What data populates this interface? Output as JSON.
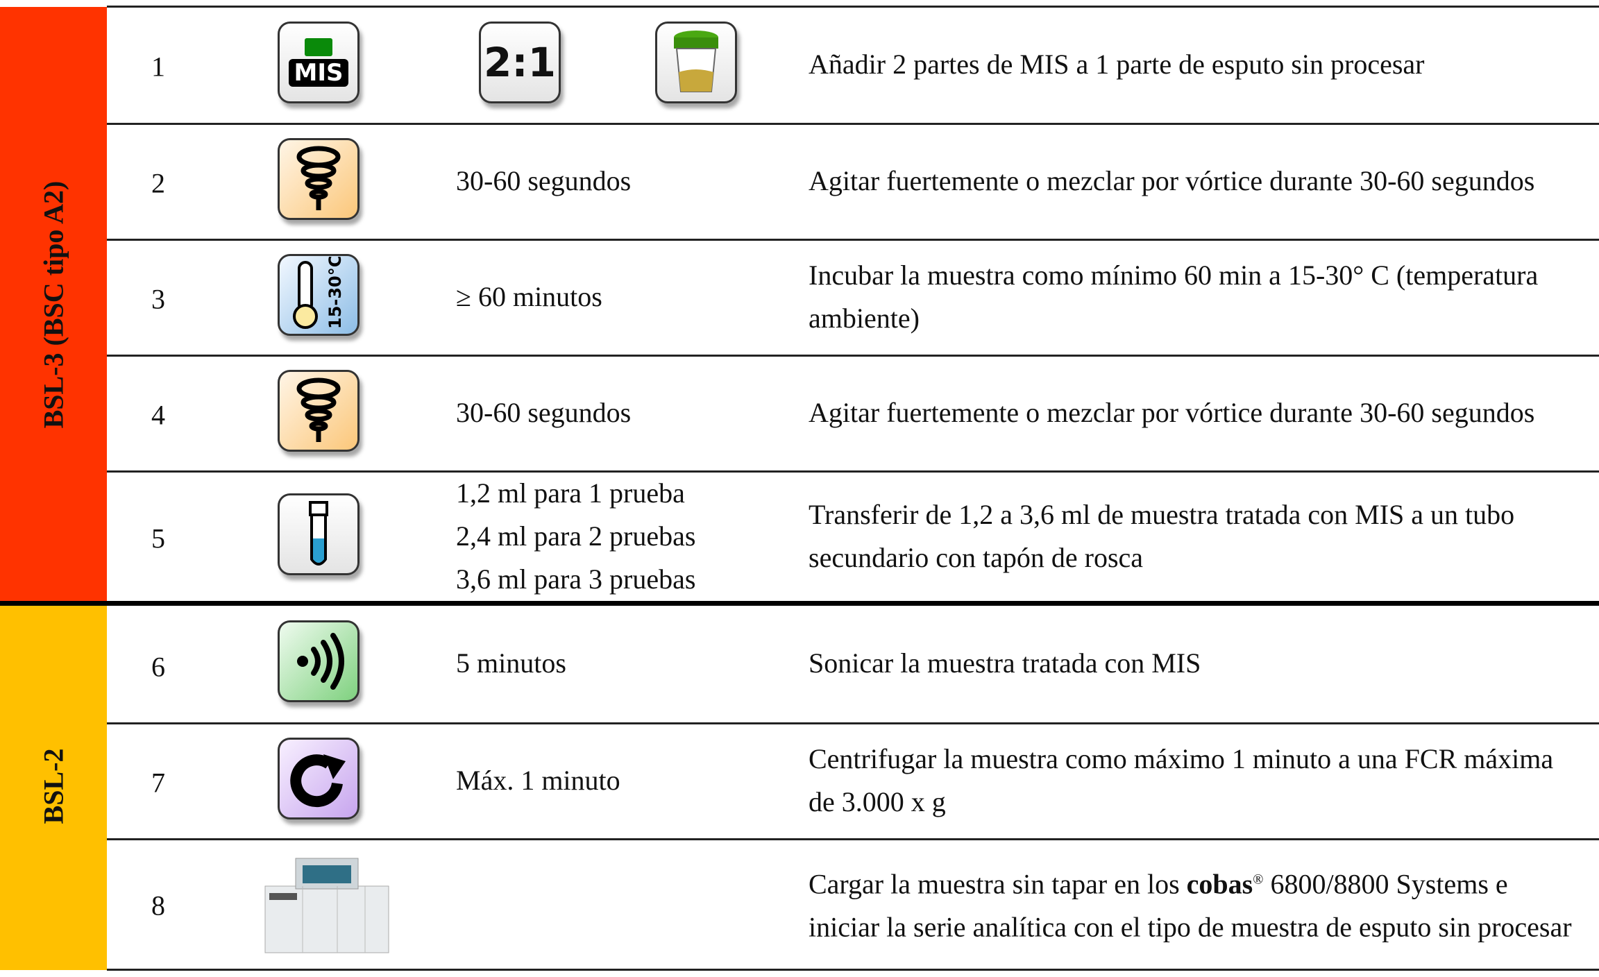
{
  "bands": [
    {
      "label": "BSL-3 (BSC tipo A2)",
      "color": "#FF3300"
    },
    {
      "label": "BSL-2",
      "color": "#FFC000"
    }
  ],
  "icon_texts": {
    "mis": "MIS",
    "ratio": "2:1",
    "temp": "15-30°C"
  },
  "rows": [
    {
      "num": "1",
      "icons": [
        "mis-reagent-icon",
        "ratio-icon",
        "sputum-container-icon"
      ],
      "condition": "",
      "description": "Añadir 2 partes de MIS a 1 parte de esputo sin procesar"
    },
    {
      "num": "2",
      "icons": [
        "vortex-icon"
      ],
      "condition": "30-60 segundos",
      "description": "Agitar fuertemente o mezclar por vórtice durante 30-60 segundos"
    },
    {
      "num": "3",
      "icons": [
        "thermometer-icon"
      ],
      "condition": "≥ 60 minutos",
      "description": "Incubar la muestra como mínimo 60 min a 15-30° C (temperatura ambiente)"
    },
    {
      "num": "4",
      "icons": [
        "vortex-icon"
      ],
      "condition": "30-60 segundos",
      "description": "Agitar fuertemente o mezclar por vórtice durante 30-60 segundos"
    },
    {
      "num": "5",
      "icons": [
        "tube-icon"
      ],
      "condition_lines": [
        "1,2 ml para 1 prueba",
        "2,4 ml para 2 pruebas",
        "3,6 ml para 3 pruebas"
      ],
      "description": "Transferir de 1,2 a 3,6 ml de muestra tratada con MIS a un tubo secundario con tapón de rosca"
    },
    {
      "num": "6",
      "icons": [
        "sonicate-icon"
      ],
      "condition": "5 minutos",
      "description": "Sonicar la muestra tratada con MIS"
    },
    {
      "num": "7",
      "icons": [
        "centrifuge-icon"
      ],
      "condition": "Máx. 1 minuto",
      "description": "Centrifugar la muestra como máximo 1 minuto a una FCR máxima de 3.000 x g"
    },
    {
      "num": "8",
      "icons": [
        "analyzer-instrument-icon"
      ],
      "condition": "",
      "description_pre": "Cargar la muestra sin tapar en los ",
      "description_bold": "cobas",
      "description_sup": "®",
      "description_post": " 6800/8800 Systems e iniciar la serie analítica con el tipo de muestra de esputo sin procesar"
    }
  ]
}
